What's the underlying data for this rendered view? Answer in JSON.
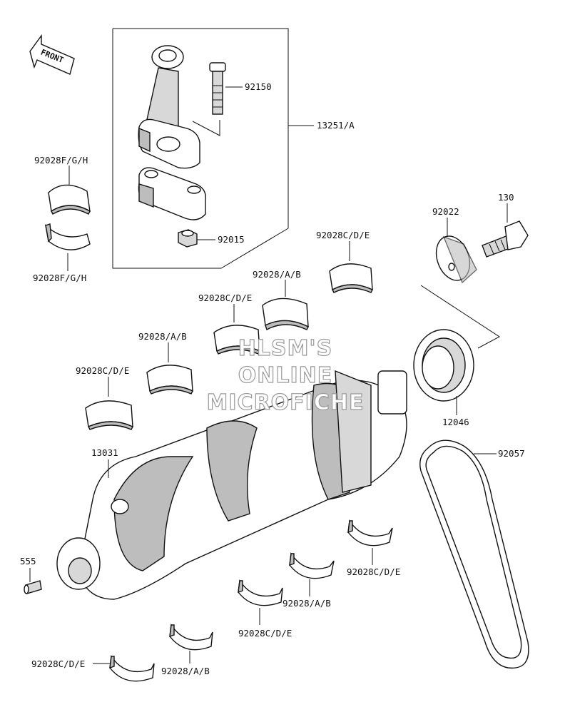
{
  "front_label": "FRONT",
  "watermark": [
    "HLSM'S",
    "ONLINE",
    "MICROFICHE"
  ],
  "labels": {
    "p92150": "92150",
    "p13251a": "13251/A",
    "p92028fgh_top": "92028F/G/H",
    "p92028fgh_bot": "92028F/G/H",
    "p92015": "92015",
    "p130": "130",
    "p92022": "92022",
    "p92028cde_1": "92028C/D/E",
    "p92028ab_1": "92028/A/B",
    "p92028cde_2": "92028C/D/E",
    "p92028ab_2": "92028/A/B",
    "p92028cde_3": "92028C/D/E",
    "p13031": "13031",
    "p12046": "12046",
    "p92057": "92057",
    "p555": "555",
    "p92028cde_4": "92028C/D/E",
    "p92028ab_3": "92028/A/B",
    "p92028cde_5": "92028C/D/E",
    "p92028cde_6": "92028C/D/E",
    "p92028ab_4": "92028/A/B"
  }
}
